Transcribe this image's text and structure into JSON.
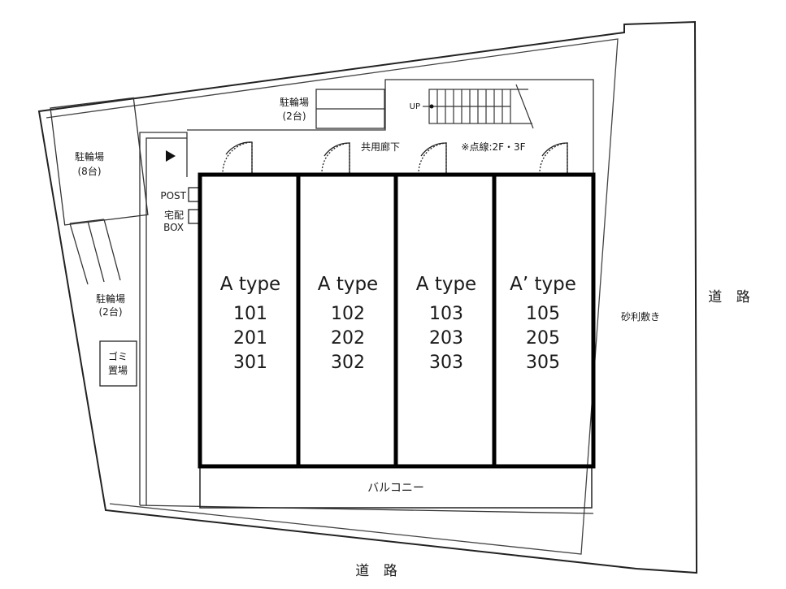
{
  "roads": {
    "right": "道 路",
    "bottom": "道 路"
  },
  "bike_parking": [
    {
      "label": "駐輪場",
      "count": "(8台)"
    },
    {
      "label": "駐輪場",
      "count": "(2台)"
    },
    {
      "label": "駐輪場",
      "count": "(2台)"
    }
  ],
  "garbage": {
    "line1": "ゴミ",
    "line2": "置場"
  },
  "post_label": "POST",
  "delivery_box": {
    "line1": "宅配",
    "line2": "BOX"
  },
  "corridor_label": "共用廊下",
  "dotted_note": "※点線:2F・3F",
  "stairs_label": "UP",
  "gravel_label": "砂利敷き",
  "balcony_label": "バルコニー",
  "units": [
    {
      "type": "A type",
      "rooms": [
        "101",
        "201",
        "301"
      ]
    },
    {
      "type": "A type",
      "rooms": [
        "102",
        "202",
        "302"
      ]
    },
    {
      "type": "A type",
      "rooms": [
        "103",
        "203",
        "303"
      ]
    },
    {
      "type": "A’ type",
      "rooms": [
        "105",
        "205",
        "305"
      ]
    }
  ]
}
